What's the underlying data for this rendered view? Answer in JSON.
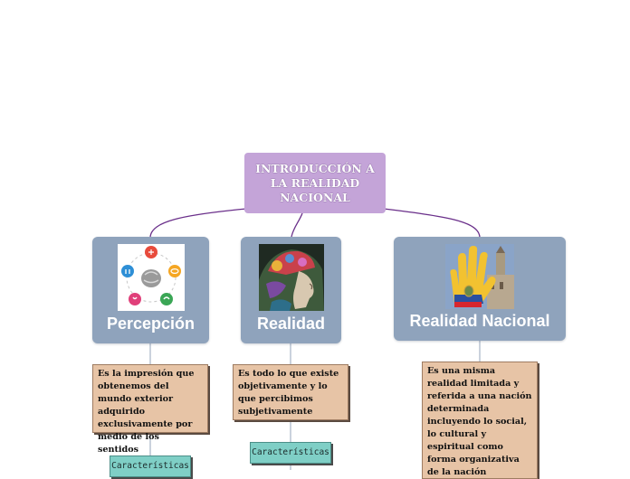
{
  "root": {
    "title": "INTRODUCCIÓN A LA REALIDAD NACIONAL"
  },
  "topics": [
    {
      "label": "Percepción",
      "image_icon": "brain-senses-icon",
      "description": "Es la impresión que obtenemos del mundo exterior adquirido exclusivamente por medio de los sentidos",
      "feature": "Características"
    },
    {
      "label": "Realidad",
      "image_icon": "surreal-head-icon",
      "description": "Es todo lo que existe objetivamente y lo que percibimos subjetivamente",
      "feature": "Características"
    },
    {
      "label": "Realidad Nacional",
      "image_icon": "ecuador-hand-icon",
      "description": "Es una misma realidad limitada y referida a una nación determinada incluyendo lo social, lo cultural y espiritual como forma organizativa de la nación"
    }
  ],
  "colors": {
    "root_bg": "#c4a4d8",
    "topic_bg": "#8fa3bc",
    "description_bg": "#e7c4a6",
    "feature_bg": "#7fcfc6",
    "root_link": "#6a2f8a",
    "child_link": "#a6b4c6"
  }
}
